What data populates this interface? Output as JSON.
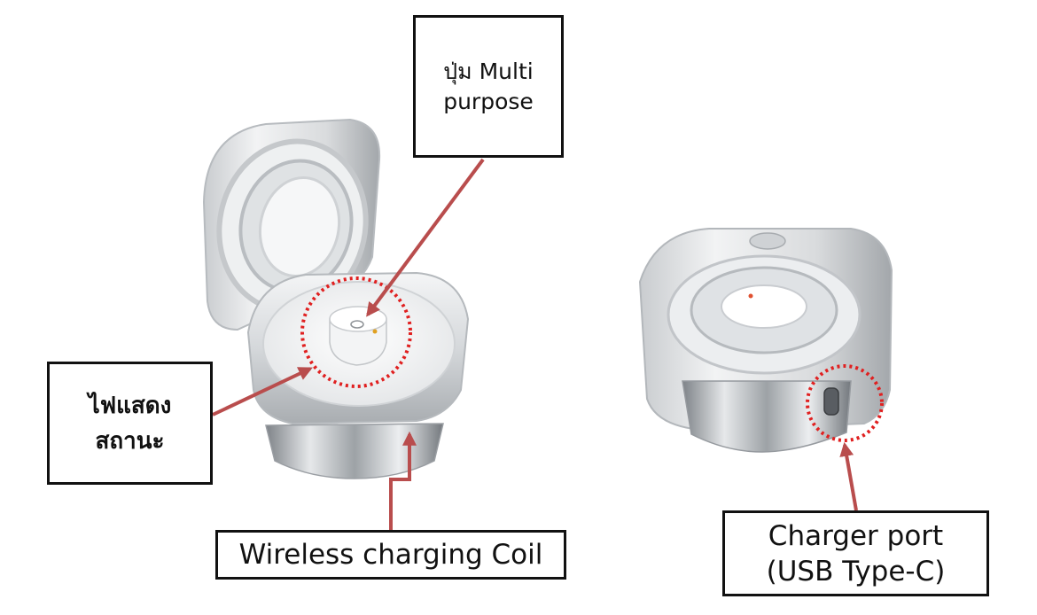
{
  "labels": {
    "multi_purpose_button": [
      "ปุ่ม Multi",
      "purpose"
    ],
    "status_light": [
      "ไฟแสดง",
      "สถานะ"
    ],
    "wireless_coil": "Wireless charging Coil",
    "charger_port": [
      "Charger port",
      "(USB Type-C)"
    ]
  },
  "colors": {
    "arrow": "#b94d4d",
    "highlight_circle": "#e02020",
    "box_border": "#111111"
  }
}
